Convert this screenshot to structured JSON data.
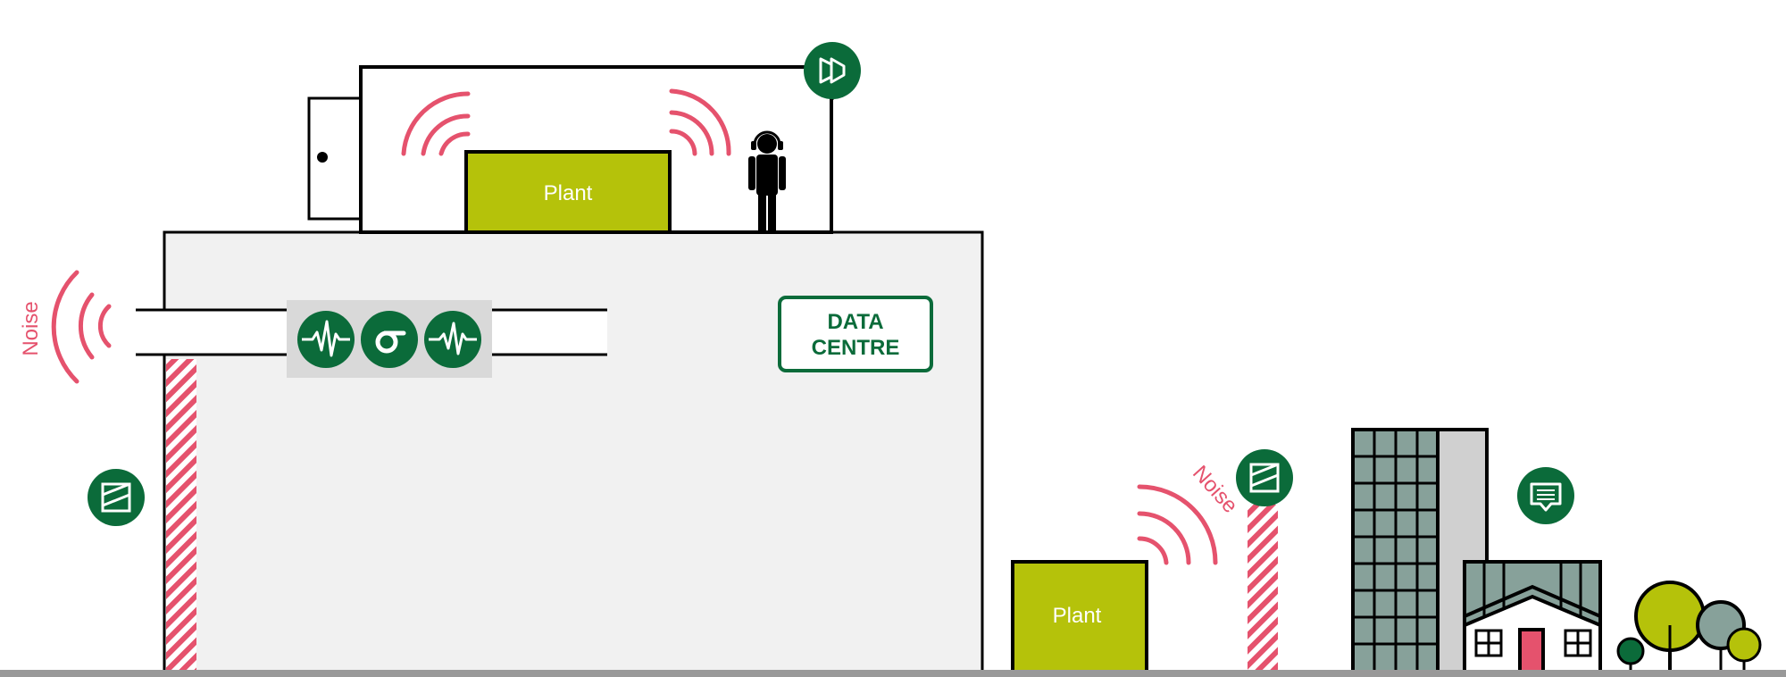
{
  "labels": {
    "plant_roof": "Plant",
    "plant_ground": "Plant",
    "data_centre_line1": "DATA",
    "data_centre_line2": "CENTRE",
    "noise_left": "Noise",
    "noise_right": "Noise"
  },
  "icons": [
    "screen-icon-roof",
    "waveform-icon",
    "sigma-icon",
    "waveform-icon",
    "barrier-icon-left",
    "barrier-icon-right",
    "chat-icon"
  ],
  "colors": {
    "green_dark": "#0b6b3a",
    "plant_fill": "#b5c20a",
    "noise_red": "#e5526d",
    "building_fill": "#f1f1f1",
    "window_teal": "#87a19a",
    "ground": "#999999"
  }
}
